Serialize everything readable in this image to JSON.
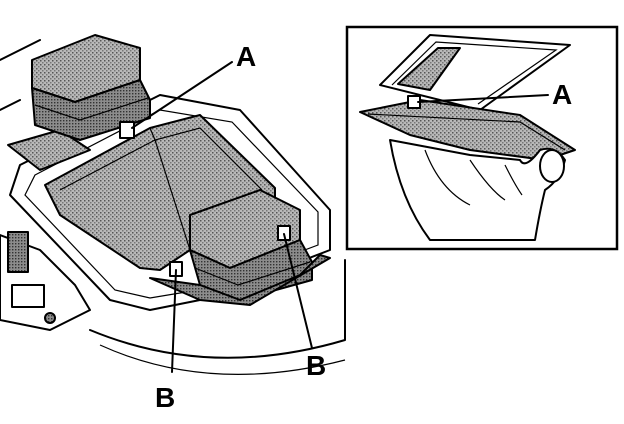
{
  "labels": {
    "main_a": "A",
    "main_b_left": "B",
    "main_b_right": "B",
    "inset_a": "A"
  },
  "colors": {
    "ink": "#000000",
    "paper": "#ffffff",
    "stipple": "#9a9a9a"
  }
}
